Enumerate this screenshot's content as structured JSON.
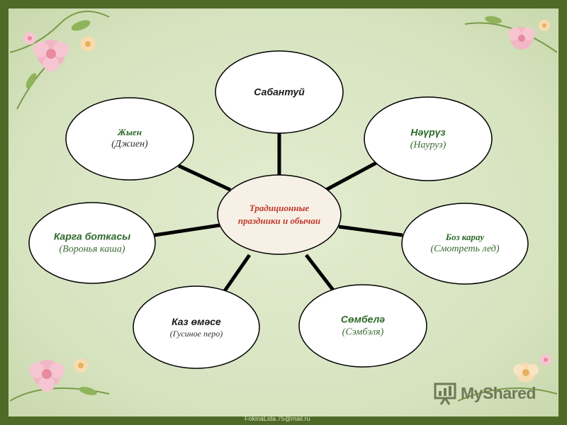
{
  "center": {
    "line1": "Традиционные",
    "line2": "праздники и обычаи"
  },
  "nodes": [
    {
      "id": "sabantuy",
      "main": "Сабантуй",
      "sub": ""
    },
    {
      "id": "nauruz",
      "main": "Нәүрүз",
      "sub": "(Науруз)"
    },
    {
      "id": "boz-karau",
      "main": "Боз карау",
      "sub": "(Смотреть лед)"
    },
    {
      "id": "sembele",
      "main": "Сөмбелә",
      "sub": "(Сэмбэля)"
    },
    {
      "id": "kaz-emese",
      "main": "Каз өмәсе",
      "sub": "(Гусиное перо)"
    },
    {
      "id": "karga-botkasy",
      "main": "Карга боткасы",
      "sub": "(Воронья каша)"
    },
    {
      "id": "zhyen",
      "main": "Жыен",
      "sub": "(Джиен)"
    }
  ],
  "watermark": "FokinaLida.75@mail.ru",
  "logo": {
    "text": "MyShared"
  },
  "colors": {
    "frame": "#4e6a26",
    "background": "#d6e3bf",
    "connector": "#000000",
    "center_text": "#c0392b",
    "node_green_text": "#2d6a2a"
  }
}
